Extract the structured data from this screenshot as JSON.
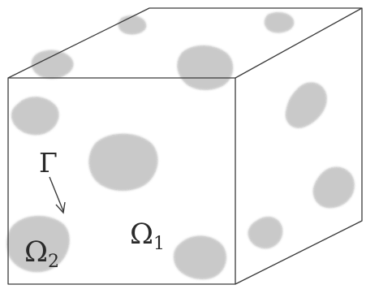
{
  "diagram": {
    "labels": {
      "interface": "Γ",
      "matrix_main": "Ω",
      "matrix_sub": "1",
      "inclusion_main": "Ω",
      "inclusion_sub": "2"
    },
    "colors": {
      "edge": "#3a3a3a",
      "inclusion": "#b9b9b9",
      "text": "#2a2a2a",
      "background": "#ffffff"
    }
  }
}
